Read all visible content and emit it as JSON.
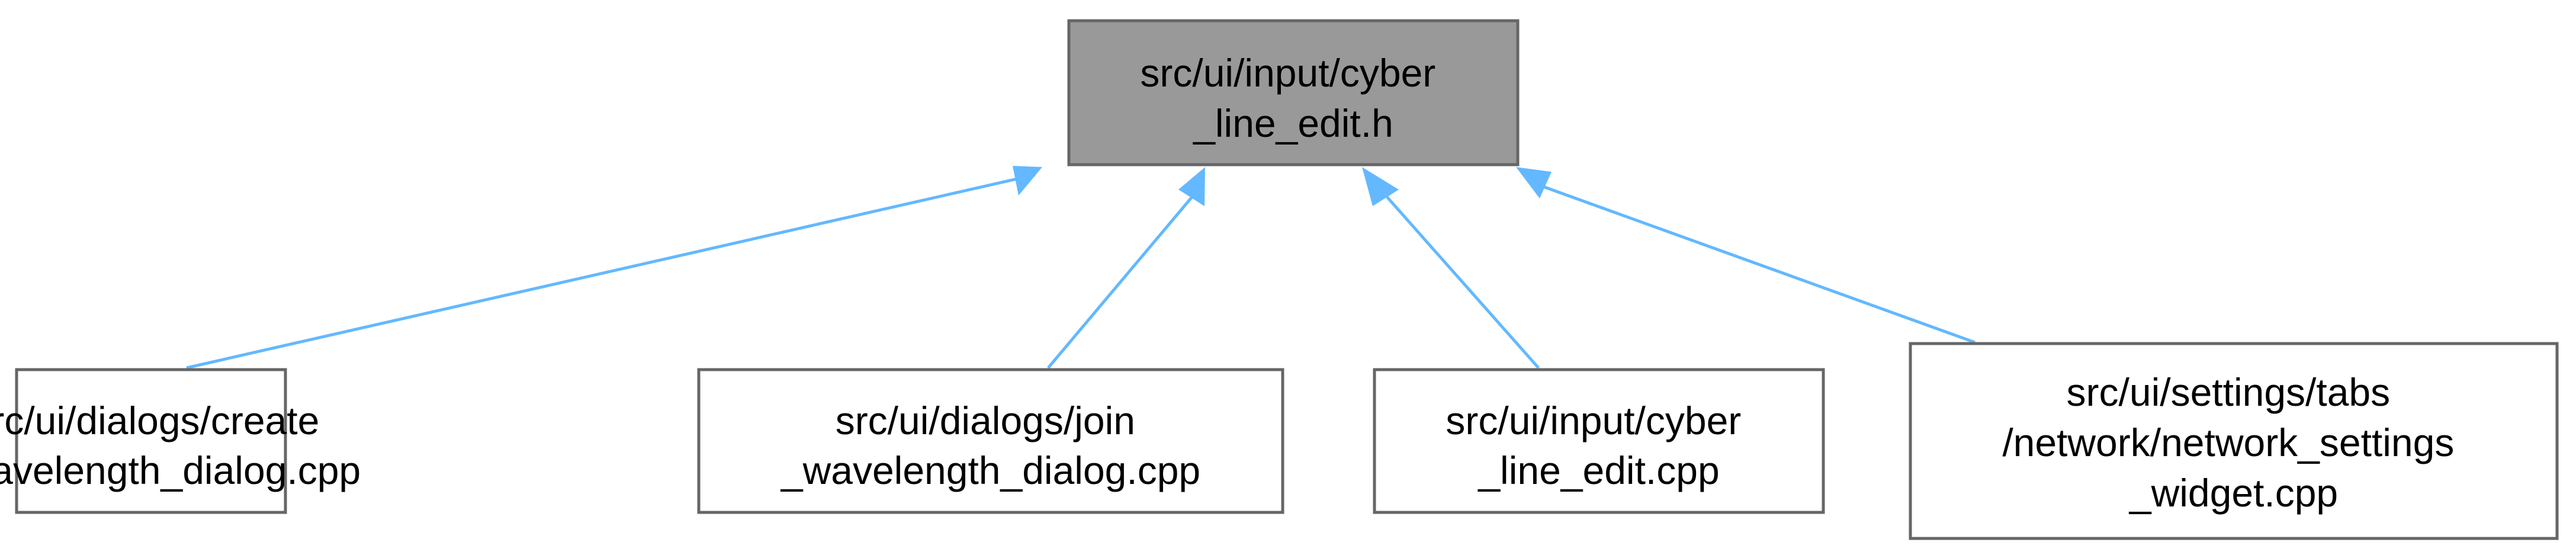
{
  "diagram": {
    "colors": {
      "root_fill": "#999999",
      "node_fill": "#ffffff",
      "node_border": "#666666",
      "edge": "#63b8ff",
      "text": "#000000"
    },
    "root": {
      "lines": [
        "src/ui/input/cyber",
        "_line_edit.h"
      ]
    },
    "children": [
      {
        "lines": [
          "src/ui/dialogs/create",
          "_wavelength_dialog.cpp"
        ]
      },
      {
        "lines": [
          "src/ui/dialogs/join",
          "_wavelength_dialog.cpp"
        ]
      },
      {
        "lines": [
          "src/ui/input/cyber",
          "_line_edit.cpp"
        ]
      },
      {
        "lines": [
          "src/ui/settings/tabs",
          "/network/network_settings",
          "_widget.cpp"
        ]
      }
    ]
  }
}
